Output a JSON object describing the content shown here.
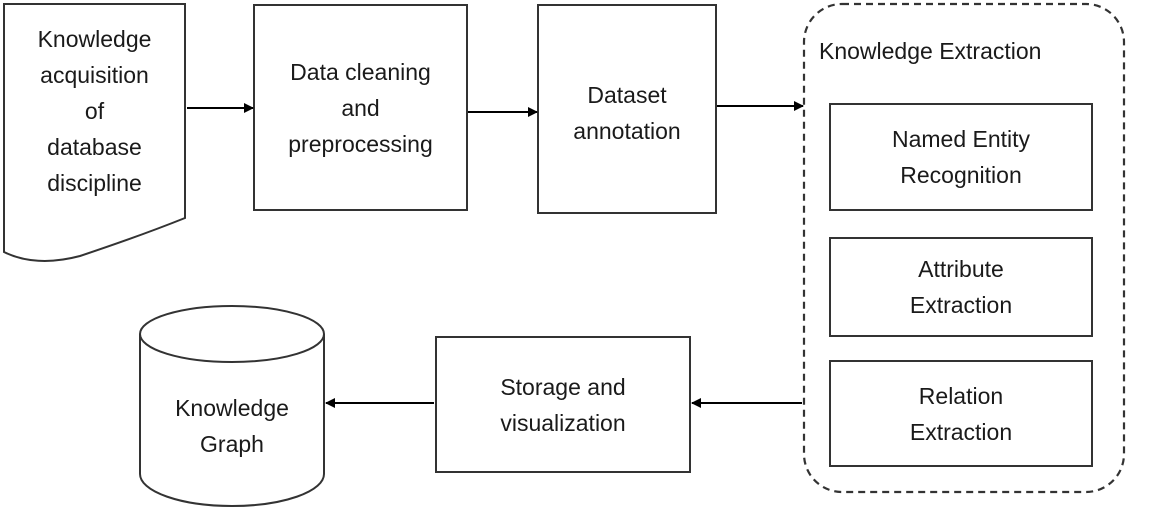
{
  "nodes": {
    "acquisition": "Knowledge\nacquisition\nof\ndatabase\ndiscipline",
    "cleaning": "Data cleaning\nand\npreprocessing",
    "annotation": "Dataset\nannotation",
    "extraction_group": "Knowledge Extraction",
    "ner": "Named Entity\nRecognition",
    "attribute": "Attribute\nExtraction",
    "relation": "Relation\nExtraction",
    "storage": "Storage and\nvisualization",
    "graph": "Knowledge\nGraph"
  }
}
